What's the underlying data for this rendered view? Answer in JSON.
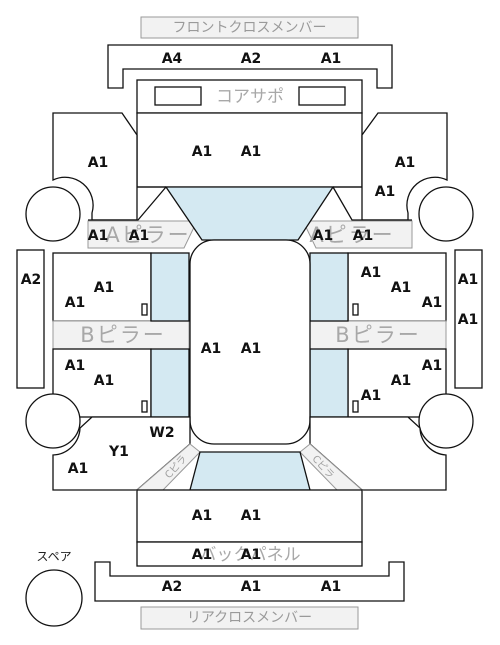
{
  "labels": {
    "front_cross_member": "フロントクロスメンバー",
    "core_support": "コアサポ",
    "a_pillar_left": "Aピラー",
    "a_pillar_right": "Aピラー",
    "b_pillar_left": "Bピラー",
    "b_pillar_right": "Bピラー",
    "c_pillar_left": "Cピラ",
    "c_pillar_right": "Cピラ",
    "back_panel": "バックパネル",
    "rear_cross_member": "リアクロスメンバー",
    "spare": "スペア"
  },
  "grades": {
    "front_cross_left": "A4",
    "front_cross_center": "A2",
    "front_cross_right": "A1",
    "hood_left": "A1",
    "hood_right": "A1",
    "front_fender_left": "A1",
    "front_fender_right": "A1",
    "front_fender_right_lower": "A1",
    "a_pillar_left_1": "A1",
    "a_pillar_left_2": "A1",
    "a_pillar_right_1": "A1",
    "a_pillar_right_2": "A1",
    "rocker_left": "A2",
    "rocker_right_upper": "A1",
    "rocker_right_lower": "A1",
    "front_door_left_1": "A1",
    "front_door_left_2": "A1",
    "front_door_right_1": "A1",
    "front_door_right_2": "A1",
    "front_door_right_3": "A1",
    "roof_left": "A1",
    "roof_right": "A1",
    "rear_door_left_1": "A1",
    "rear_door_left_2": "A1",
    "rear_door_right_1": "A1",
    "rear_door_right_2": "A1",
    "rear_door_right_3": "A1",
    "rear_left_glass": "W2",
    "quarter_left_y": "Y1",
    "quarter_left_a": "A1",
    "trunk_left": "A1",
    "trunk_right": "A1",
    "back_panel_left": "A1",
    "back_panel_right": "A1",
    "rear_cross_left": "A2",
    "rear_cross_center": "A1",
    "rear_cross_right": "A1"
  }
}
